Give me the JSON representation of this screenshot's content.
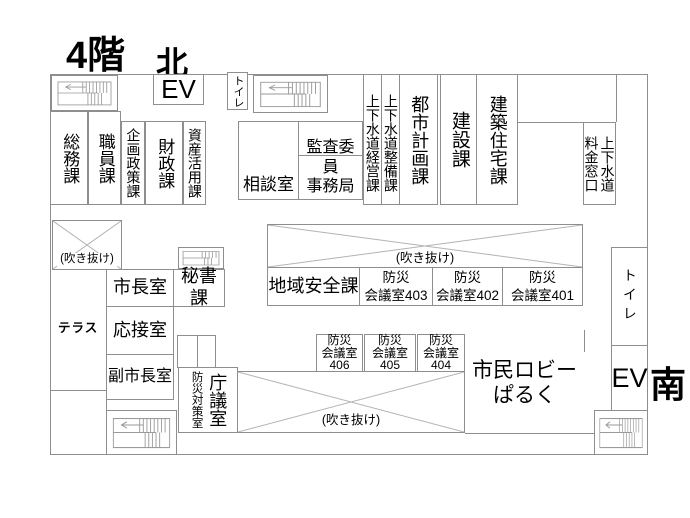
{
  "title": "4階",
  "compass": {
    "north": "北",
    "south": "南"
  },
  "labels": {
    "ev_north": "EV",
    "ev_south": "EV",
    "toilet_north": "トイレ",
    "toilet_south": "トイレ",
    "void_left": "(吹き抜け)",
    "void_center": "(吹き抜け)",
    "void_bottom": "(吹き抜け)",
    "terrace": "テラス",
    "lobby": "市民ロビー\nぱるく"
  },
  "rooms": {
    "soumu": "総務課",
    "shokuin": "職員課",
    "kikaku_seisaku": "企画政策課",
    "zaisei": "財政課",
    "shisan_katsuyou": "資産活用課",
    "soudan": "相談室",
    "kansa": "監査委員\n事務局",
    "suidou_keiei": "上下水道経営課",
    "suidou_seibi": "上下水道整備課",
    "toshi_keikaku": "都市計画課",
    "kensetsu": "建設課",
    "kenchiku_juutaku": "建築住宅課",
    "suidou_ryoukin": "上下水道\n料金窓口",
    "chiiki_anzen": "地域安全課",
    "kaigi_403": "防災\n会議室403",
    "kaigi_402": "防災\n会議室402",
    "kaigi_401": "防災\n会議室401",
    "kaigi_406": "防災\n会議室\n406",
    "kaigi_405": "防災\n会議室\n405",
    "kaigi_404": "防災\n会議室\n404",
    "shichou": "市長室",
    "hisho": "秘書課",
    "ousetsu": "応接室",
    "fuku_shichou": "副市長室",
    "bousai_taisaku": "防災対策室",
    "chougi": "庁議室"
  },
  "icons": {
    "stairs": "stairs-icon",
    "atrium_cross": "x-cross-icon"
  },
  "colors": {
    "wall": "#8e8e8e",
    "text": "#000000",
    "background": "#ffffff"
  }
}
